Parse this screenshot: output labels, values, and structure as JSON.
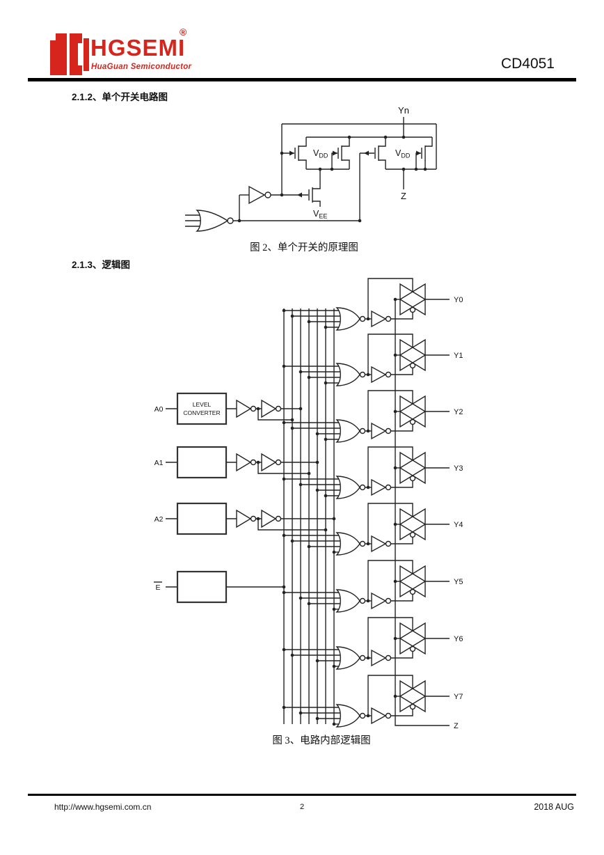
{
  "header": {
    "brand": "HGSEMI",
    "registered": "®",
    "subtitle": "HuaGuan Semiconductor",
    "part_number": "CD4051",
    "brand_color": "#d6251d"
  },
  "sections": {
    "s212": "2.1.2、单个开关电路图",
    "s213": "2.1.3、逻辑图"
  },
  "figure2": {
    "caption": "图 2、单个开关的原理图",
    "labels": {
      "yn": "Yn",
      "v": "V",
      "dd": "DD",
      "ee": "EE",
      "z": "Z"
    }
  },
  "figure3": {
    "caption": "图 3、电路内部逻辑图",
    "level_converter": [
      "LEVEL",
      "CONVERTER"
    ],
    "inputs": [
      "A0",
      "A1",
      "A2",
      "E"
    ],
    "outputs": [
      "Y0",
      "Y1",
      "Y2",
      "Y3",
      "Y4",
      "Y5",
      "Y6",
      "Y7"
    ],
    "common_output": "Z"
  },
  "footer": {
    "url": "http://www.hgsemi.com.cn",
    "page": "2",
    "date": "2018 AUG"
  }
}
